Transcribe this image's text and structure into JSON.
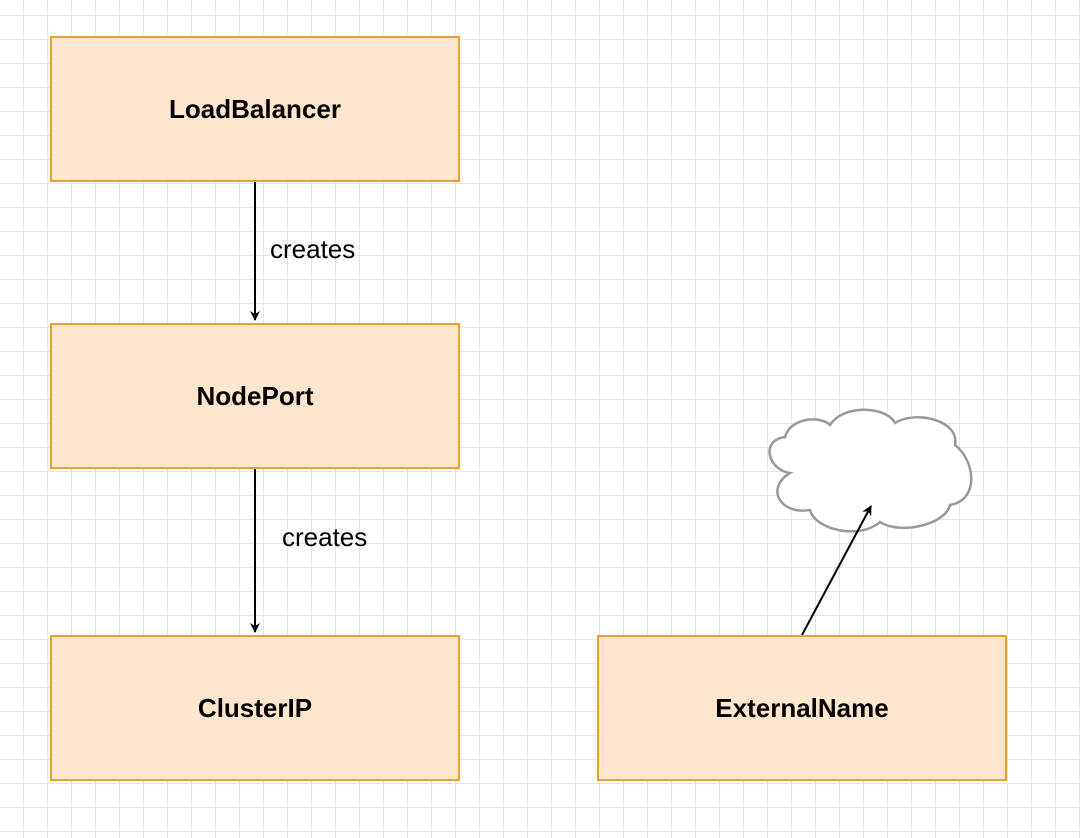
{
  "diagram": {
    "nodes": [
      {
        "id": "loadbalancer",
        "label": "LoadBalancer"
      },
      {
        "id": "nodeport",
        "label": "NodePort"
      },
      {
        "id": "clusterip",
        "label": "ClusterIP"
      },
      {
        "id": "externalname",
        "label": "ExternalName"
      }
    ],
    "edges": [
      {
        "from": "loadbalancer",
        "to": "nodeport",
        "label": "creates"
      },
      {
        "from": "nodeport",
        "to": "clusterip",
        "label": "creates"
      },
      {
        "from": "externalname",
        "to": "cloud",
        "label": ""
      }
    ],
    "cloud": {
      "icon": "cloud-icon",
      "label": ""
    },
    "colors": {
      "box_fill": "#ffe6cc",
      "box_border": "#e6a033",
      "edge": "#000000",
      "cloud_stroke": "#999999",
      "grid": "#e6e6e6"
    }
  }
}
